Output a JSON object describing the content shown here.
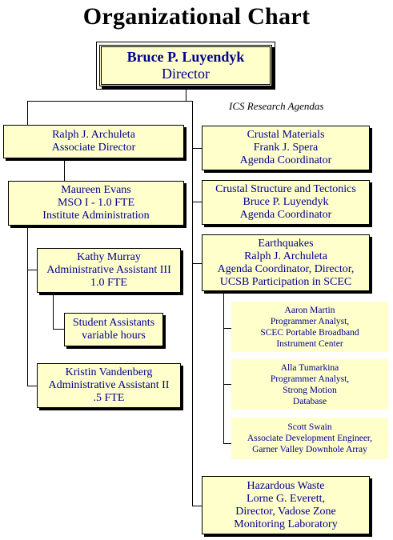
{
  "title": "Organizational Chart",
  "caption": "ICS Research Agendas",
  "director": {
    "name": "Bruce P. Luyendyk",
    "role": "Director"
  },
  "left": {
    "associate": {
      "lines": [
        "Ralph J. Archuleta",
        "Associate Director"
      ]
    },
    "msoi": {
      "lines": [
        "Maureen Evans",
        "MSO I - 1.0 FTE",
        "Institute Administration"
      ]
    },
    "kathy": {
      "lines": [
        "Kathy Murray",
        "Administrative Assistant III",
        "1.0 FTE"
      ]
    },
    "students": {
      "lines": [
        "Student Assistants",
        "variable hours"
      ]
    },
    "kristin": {
      "lines": [
        "Kristin Vandenberg",
        "Administrative Assistant II",
        ".5 FTE"
      ]
    }
  },
  "right": {
    "crustal_materials": {
      "lines": [
        "Crustal Materials",
        "Frank J. Spera",
        "Agenda Coordinator"
      ]
    },
    "crustal_structure": {
      "lines": [
        "Crustal Structure and Tectonics",
        "Bruce P. Luyendyk",
        "Agenda Coordinator"
      ]
    },
    "earthquakes": {
      "lines": [
        "Earthquakes",
        "Ralph J. Archuleta",
        "Agenda Coordinator, Director,",
        "UCSB Participation in SCEC"
      ]
    },
    "aaron": {
      "lines": [
        "Aaron Martin",
        "Programmer Analyst,",
        "SCEC Portable Broadband",
        "Instrument Center"
      ]
    },
    "alla": {
      "lines": [
        "Alla Tumarkina",
        "Programmer Analyst,",
        "Strong Motion",
        "Database"
      ]
    },
    "scott": {
      "lines": [
        "Scott Swain",
        "Associate Development Engineer,",
        "Garner Valley Downhole Array"
      ]
    },
    "hazardous": {
      "lines": [
        "Hazardous Waste",
        "Lorne G. Everett,",
        "Director, Vadose Zone",
        "Monitoring Laboratory"
      ]
    }
  }
}
